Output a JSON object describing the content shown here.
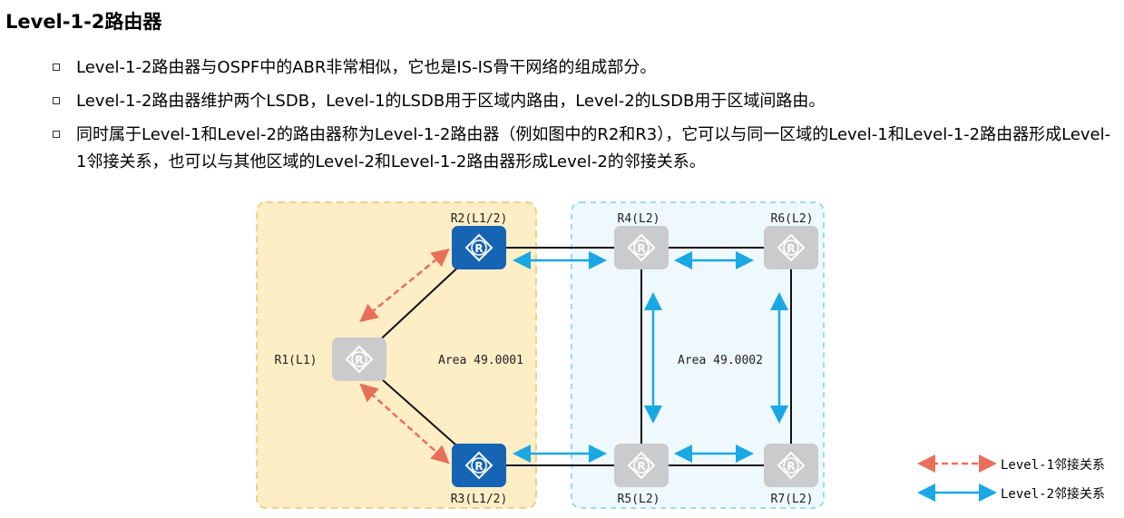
{
  "title": "Level-1-2路由器",
  "bullets": [
    "Level-1-2路由器与OSPF中的ABR非常相似，它也是IS-IS骨干网络的组成部分。",
    "Level-1-2路由器维护两个LSDB，Level-1的LSDB用于区域内路由，Level-2的LSDB用于区域间路由。",
    "同时属于Level-1和Level-2的路由器称为Level-1-2路由器（例如图中的R2和R3），它可以与同一区域的Level-1和Level-1-2路由器形成Level-1邻接关系，也可以与其他区域的Level-2和Level-1-2路由器形成Level-2的邻接关系。"
  ],
  "areas": {
    "area1": "Area 49.0001",
    "area2": "Area 49.0002"
  },
  "routers": {
    "r1": "R1(L1)",
    "r2": "R2(L1/2)",
    "r3": "R3(L1/2)",
    "r4": "R4(L2)",
    "r5": "R5(L2)",
    "r6": "R6(L2)",
    "r7": "R7(L2)"
  },
  "legend": {
    "level1": "Level-1邻接关系",
    "level2": "Level-2邻接关系"
  },
  "colors": {
    "area1_fill": "#fdeec6",
    "area1_border": "#f5c16c",
    "area2_fill": "#eef8fd",
    "area2_border": "#7fd0ee",
    "l12_router": "#1565b4",
    "l2_router": "#c9cbcd",
    "level1_arrow": "#e8705a",
    "level2_arrow": "#1aa8e4"
  }
}
